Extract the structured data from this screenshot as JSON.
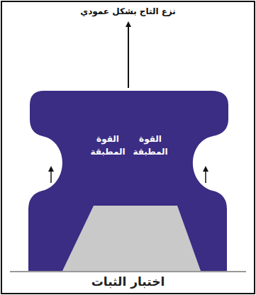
{
  "diagram": {
    "caption": "اختبار الثبات",
    "nodes": [
      {
        "text": [
          "القوة المطبقة",
          "القوة المطبقة"
        ]
      }
    ],
    "labels": [
      "نزع التاج بشكل عمودي"
    ]
  }
}
